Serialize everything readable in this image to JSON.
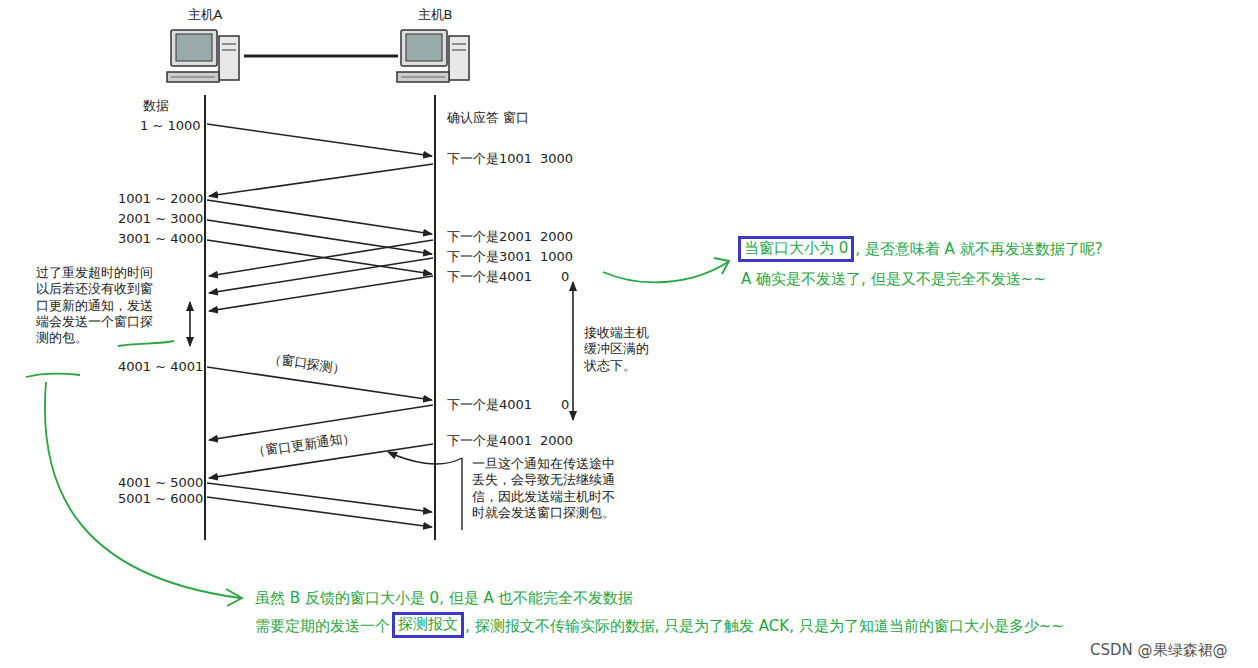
{
  "diagram": {
    "nodes": [
      {
        "text": [
          "主机A"
        ]
      },
      {
        "text": [
          "主机B"
        ]
      },
      {
        "text": [
          "当窗口大小为 0"
        ]
      },
      {
        "text": [
          "探测报文"
        ]
      }
    ],
    "edges": [
      {
        "from": 0,
        "to": 1,
        "arrow": "none"
      }
    ],
    "labels": [
      "数据",
      "1 ~ 1000",
      "确认应答 窗口",
      "下一个是1001",
      "3000",
      "1001 ~ 2000",
      "2001 ~ 3000",
      "3001 ~ 4000",
      "下一个是2001",
      "2000",
      "下一个是3001",
      "1000",
      "下一个是4001",
      "0",
      "过了重发超时的时间 以后若还没有收到窗 口更新的通知，发送 端会发送一个窗口探 测的包。",
      "4001 ~ 4001",
      "（窗口探测）",
      "下一个是4001",
      "0",
      "接收端主机 缓冲区满的 状态下。",
      "下一个是4001",
      "2000",
      "（窗口更新通知）",
      "一旦这个通知在传送途中 丢失，会导致无法继续通 信，因此发送端主机时不 时就会发送窗口探测包。",
      "4001 ~ 5000",
      "5001 ~ 6000",
      ", 是否意味着 A 就不再发送数据了呢?",
      "A 确实是不发送了, 但是又不是完全不发送~~",
      "虽然 B 反馈的窗口大小是 0, 但是 A 也不能完全不发数据",
      "需要定期的发送一个",
      ", 探测报文不传输实际的数据, 只是为了触发 ACK, 只是为了知道当前的窗口大小是多少~~",
      "CSDN @果绿森裙@"
    ]
  }
}
